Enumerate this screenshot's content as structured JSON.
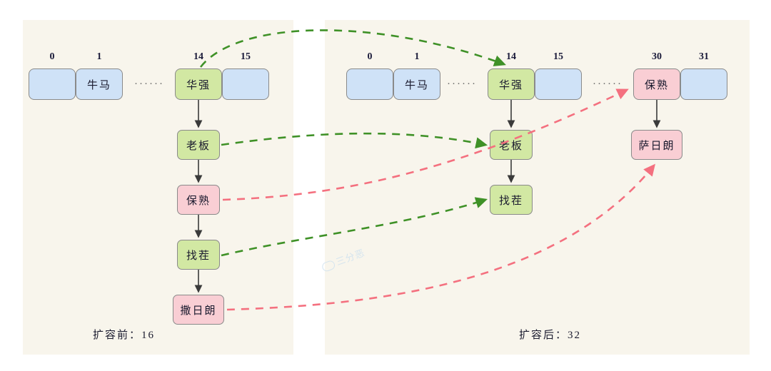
{
  "colors": {
    "panel_bg": "#f8f5ec",
    "page_bg": "#ffffff",
    "blue_cell": "#cfe2f7",
    "green_node": "#d2e8a3",
    "pink_node": "#f9ced4",
    "node_border": "#8a8a8a",
    "green_arrow": "#3f9127",
    "red_arrow": "#f4707f",
    "solid_arrow": "#3a3a3a",
    "index_text": "#1b1b3a"
  },
  "left_panel": {
    "caption": "扩容前：16",
    "indices": [
      "0",
      "1",
      "14",
      "15"
    ],
    "ellipsis": "······",
    "buckets": [
      {
        "index": "0",
        "label": "",
        "color": "blue"
      },
      {
        "index": "1",
        "label": "牛马",
        "color": "blue"
      },
      {
        "index": "14",
        "label": "华强",
        "color": "green"
      },
      {
        "index": "15",
        "label": "",
        "color": "blue"
      }
    ],
    "chain": [
      {
        "label": "华强",
        "color": "green"
      },
      {
        "label": "老板",
        "color": "green"
      },
      {
        "label": "保熟",
        "color": "pink"
      },
      {
        "label": "找茬",
        "color": "green"
      },
      {
        "label": "撒日朗",
        "color": "pink"
      }
    ]
  },
  "right_panel": {
    "caption": "扩容后：32",
    "indices": [
      "0",
      "1",
      "14",
      "15",
      "30",
      "31"
    ],
    "ellipsis": "······",
    "buckets": [
      {
        "index": "0",
        "label": "",
        "color": "blue"
      },
      {
        "index": "1",
        "label": "牛马",
        "color": "blue"
      },
      {
        "index": "14",
        "label": "华强",
        "color": "green"
      },
      {
        "index": "15",
        "label": "",
        "color": "blue"
      },
      {
        "index": "30",
        "label": "保熟",
        "color": "pink"
      },
      {
        "index": "31",
        "label": "",
        "color": "blue"
      }
    ],
    "low_chain": [
      {
        "label": "华强",
        "color": "green"
      },
      {
        "label": "老板",
        "color": "green"
      },
      {
        "label": "找茬",
        "color": "green"
      }
    ],
    "high_chain": [
      {
        "label": "保熟",
        "color": "pink"
      },
      {
        "label": "萨日朗",
        "color": "pink"
      }
    ]
  },
  "watermark": {
    "text": "三分恶"
  }
}
